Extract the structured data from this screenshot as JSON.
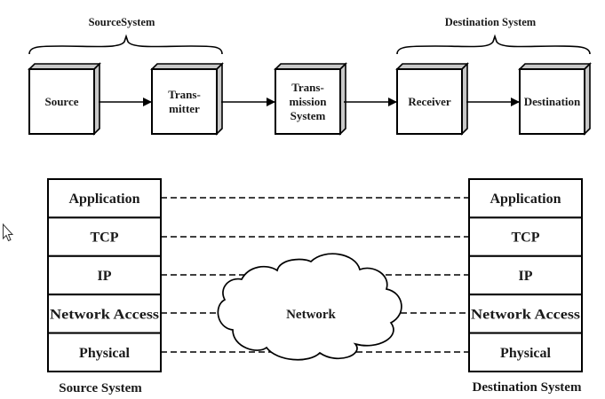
{
  "top_diagram": {
    "groups": [
      {
        "label": "SourceSystem"
      },
      {
        "label": "Destination System"
      }
    ],
    "boxes": [
      {
        "id": "source",
        "lines": [
          "Source"
        ]
      },
      {
        "id": "transmitter",
        "lines": [
          "Trans-",
          "mitter"
        ]
      },
      {
        "id": "transmission-system",
        "lines": [
          "Trans-",
          "mission",
          "System"
        ]
      },
      {
        "id": "receiver",
        "lines": [
          "Receiver"
        ]
      },
      {
        "id": "destination",
        "lines": [
          "Destination"
        ]
      }
    ]
  },
  "bottom_diagram": {
    "source_stack": {
      "caption": "Source System",
      "layers": [
        "Application",
        "TCP",
        "IP",
        "Network Access",
        "Physical"
      ]
    },
    "destination_stack": {
      "caption": "Destination System",
      "layers": [
        "Application",
        "TCP",
        "IP",
        "Network Access",
        "Physical"
      ]
    },
    "network": {
      "label": "Network"
    }
  },
  "colors": {
    "stroke": "#000000",
    "bevel": "#c8c8c8",
    "text": "#1a1a1a"
  }
}
